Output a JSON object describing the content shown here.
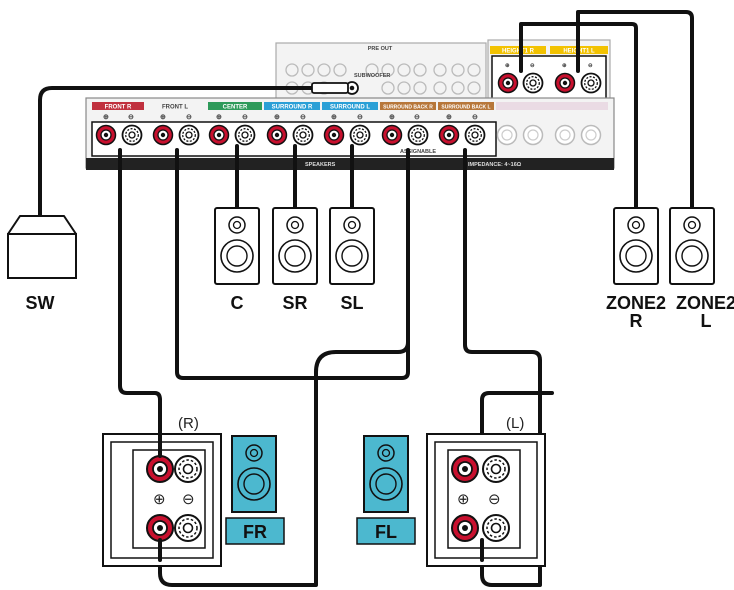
{
  "receiver": {
    "preout_title": "PRE OUT",
    "subwoofer_label": "SUBWOOFER",
    "assignable_label": "ASSIGNABLE",
    "speakers_label": "SPEAKERS",
    "impedance_label": "IMPEDANCE: 4~16Ω",
    "front_r": "FRONT R",
    "front_l": "FRONT L",
    "center": "CENTER",
    "surround_r": "SURROUND R",
    "surround_l": "SURROUND L",
    "surround_back_r": "SURROUND BACK R",
    "surround_back_l": "SURROUND BACK L",
    "height1_r": "HEIGHT1 R",
    "height1_l": "HEIGHT1 L",
    "plus_symbol": "⊕",
    "minus_symbol": "⊖"
  },
  "speakers": {
    "sw": "SW",
    "c": "C",
    "sr": "SR",
    "sl": "SL",
    "zone2_r_line1": "ZONE2",
    "zone2_r_line2": "R",
    "zone2_l_line1": "ZONE2",
    "zone2_l_line2": "L"
  },
  "bi_amp": {
    "right_tag": "(R)",
    "left_tag": "(L)",
    "fr_label": "FR",
    "fl_label": "FL",
    "plus": "⊕",
    "minus": "⊖"
  },
  "colors": {
    "front": "#c0303e",
    "center": "#2e9a5a",
    "surround": "#2a9fd6",
    "surround_back": "#b7773a",
    "height": "#f2c200",
    "highlight_speaker": "#4cb8cf",
    "red_terminal": "#c8102e"
  }
}
